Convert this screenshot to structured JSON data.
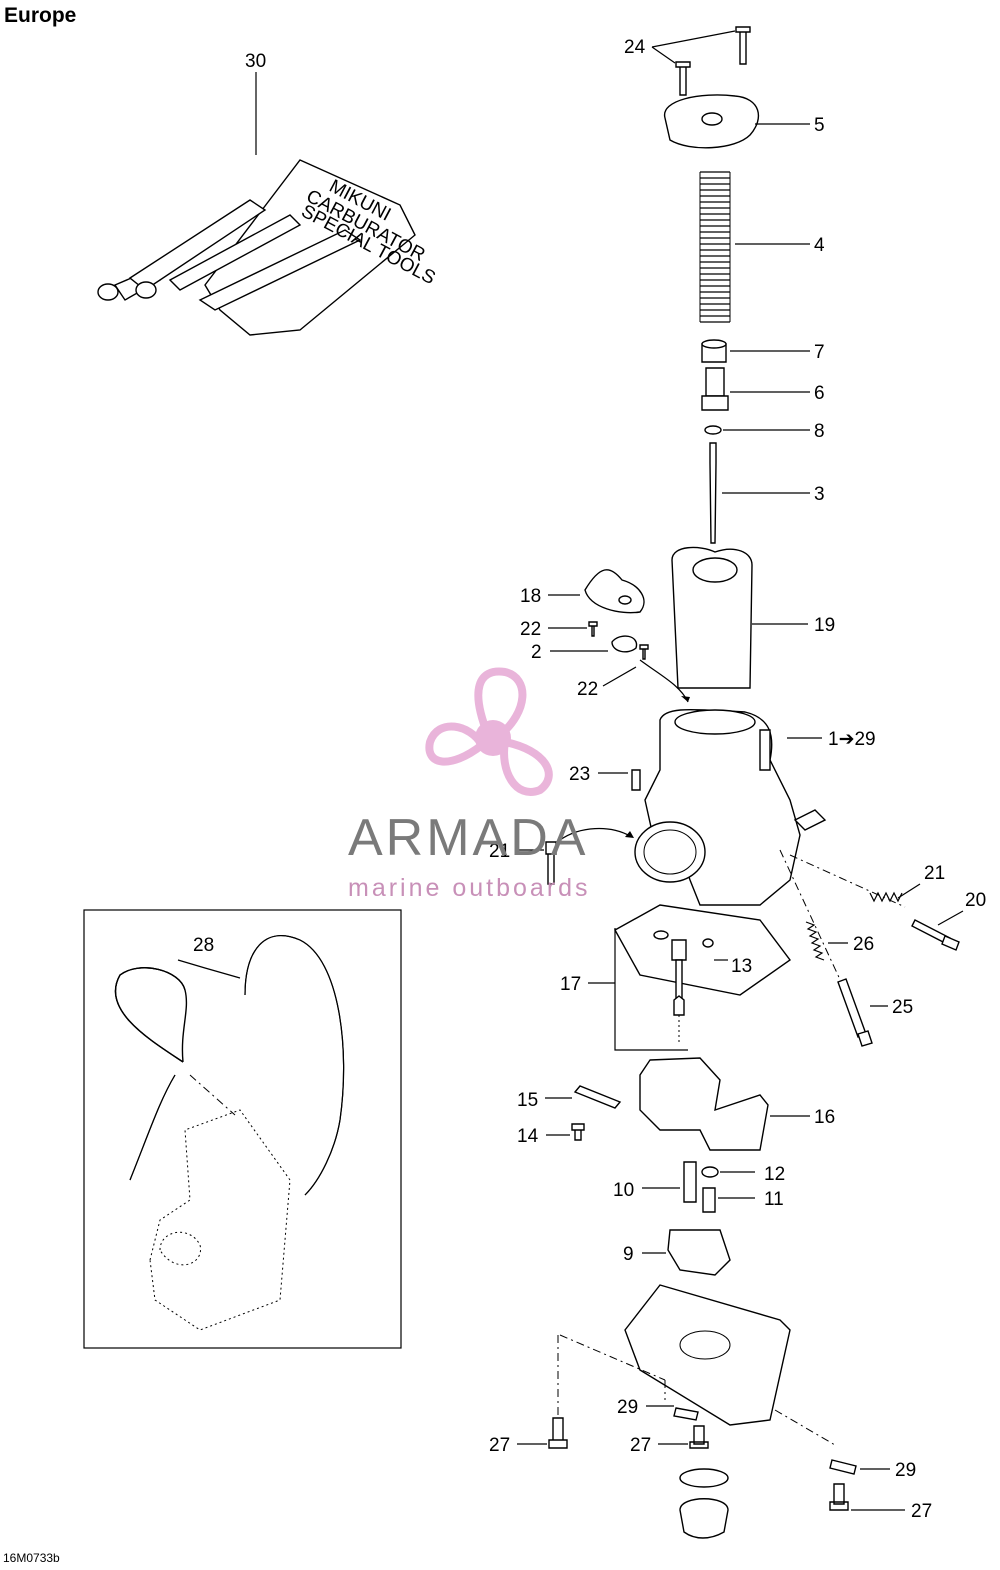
{
  "header": {
    "region": "Europe"
  },
  "footer": {
    "code": "16M0733b"
  },
  "watermark": {
    "brand": "ARMADA",
    "tagline": "marine outboards",
    "logo_color": "#e6a8d4",
    "text_color": "#7a7a7a"
  },
  "callouts": [
    {
      "id": "c24",
      "text": "24"
    },
    {
      "id": "c5",
      "text": "5"
    },
    {
      "id": "c4",
      "text": "4"
    },
    {
      "id": "c7",
      "text": "7"
    },
    {
      "id": "c6",
      "text": "6"
    },
    {
      "id": "c8",
      "text": "8"
    },
    {
      "id": "c3",
      "text": "3"
    },
    {
      "id": "c18",
      "text": "18"
    },
    {
      "id": "c19",
      "text": "19"
    },
    {
      "id": "c22a",
      "text": "22"
    },
    {
      "id": "c2",
      "text": "2"
    },
    {
      "id": "c22b",
      "text": "22"
    },
    {
      "id": "c1",
      "text": "1➔29"
    },
    {
      "id": "c23",
      "text": "23"
    },
    {
      "id": "c21a",
      "text": "21"
    },
    {
      "id": "c21b",
      "text": "21"
    },
    {
      "id": "c20",
      "text": "20"
    },
    {
      "id": "c26",
      "text": "26"
    },
    {
      "id": "c13",
      "text": "13"
    },
    {
      "id": "c17",
      "text": "17"
    },
    {
      "id": "c25",
      "text": "25"
    },
    {
      "id": "c15",
      "text": "15"
    },
    {
      "id": "c16",
      "text": "16"
    },
    {
      "id": "c14",
      "text": "14"
    },
    {
      "id": "c12",
      "text": "12"
    },
    {
      "id": "c10",
      "text": "10"
    },
    {
      "id": "c11",
      "text": "11"
    },
    {
      "id": "c9",
      "text": "9"
    },
    {
      "id": "c29a",
      "text": "29"
    },
    {
      "id": "c27a",
      "text": "27"
    },
    {
      "id": "c27b",
      "text": "27"
    },
    {
      "id": "c29b",
      "text": "29"
    },
    {
      "id": "c27c",
      "text": "27"
    },
    {
      "id": "c28",
      "text": "28"
    },
    {
      "id": "c30",
      "text": "30"
    }
  ],
  "tool_kit": {
    "line1": "MIKUNI",
    "line2": "CARBURATOR",
    "line3": "SPECIAL TOOLS"
  }
}
